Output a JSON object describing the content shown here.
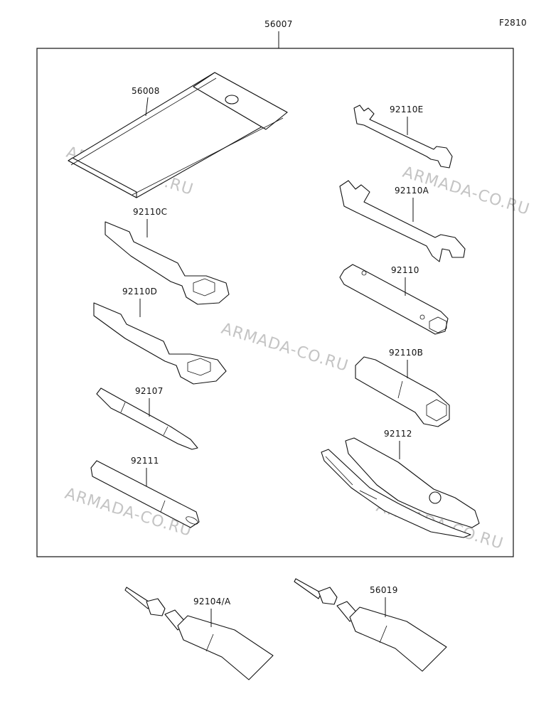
{
  "figure_code": "F2810",
  "kit_number": "56007",
  "watermark": "ARMADA-CO.RU",
  "parts": {
    "bag": "56008",
    "wrench_open_small": "92110E",
    "wrench_open_large": "92110A",
    "ring_wrench_short": "92110C",
    "ring_wrench_long": "92110D",
    "box_spanner_long": "92110",
    "box_spanner_short": "92110B",
    "screwdriver_bit": "92107",
    "handle_bar": "92111",
    "pliers": "92112",
    "sealant_tube_left": "92104/A",
    "sealant_tube_right": "56019"
  }
}
